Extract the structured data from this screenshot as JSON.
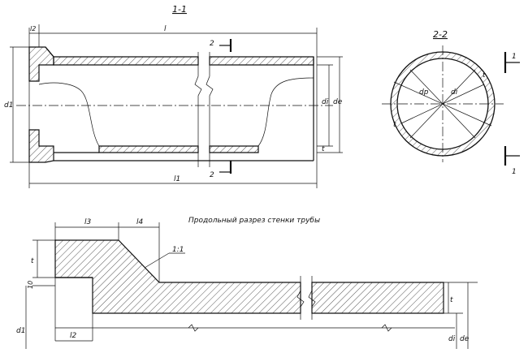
{
  "section_titles": {
    "s11": "1-1",
    "s22": "2-2"
  },
  "caption": "Продольный разрез стенки трубы",
  "labels": {
    "l": "l",
    "l1": "l1",
    "l2_top": "l2",
    "l2_bottom": "l2",
    "l3": "l3",
    "l4": "l4",
    "d1_long": "d1",
    "di_long": "di",
    "de_long": "de",
    "t_long": "t",
    "dp_circle": "dp",
    "di_circle": "di",
    "t_circle_top": "t",
    "t_circle_left": "t",
    "slope": "1:1",
    "t_wall_left": "t",
    "ten": "10",
    "d1_wall": "d1",
    "t_wall_right": "t",
    "di_wall": "di",
    "de_wall": "de",
    "cut2_top": "2",
    "cut2_bottom": "2",
    "cut1_top": "1",
    "cut1_bottom": "1"
  }
}
